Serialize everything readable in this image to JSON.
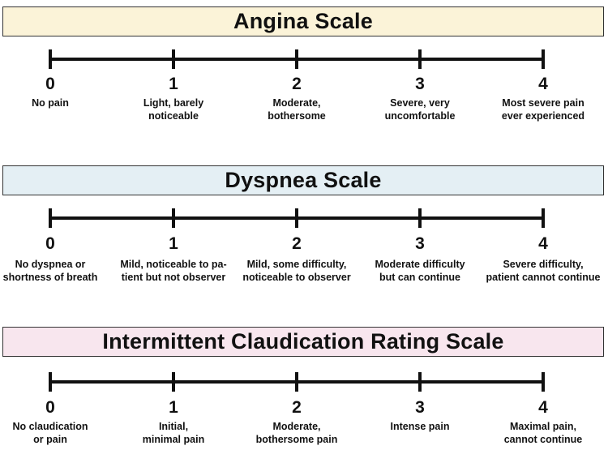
{
  "colors": {
    "angina_bg": "#fbf3d8",
    "dyspnea_bg": "#e4eff4",
    "claudication_bg": "#f8e6ee",
    "line": "#111111"
  },
  "scales": [
    {
      "title": "Angina Scale",
      "points": [
        {
          "value": "0",
          "label": "No pain"
        },
        {
          "value": "1",
          "label": "Light, barely\nnoticeable"
        },
        {
          "value": "2",
          "label": "Moderate,\nbothersome"
        },
        {
          "value": "3",
          "label": "Severe, very\nuncomfortable"
        },
        {
          "value": "4",
          "label": "Most severe pain\never experienced"
        }
      ]
    },
    {
      "title": "Dyspnea Scale",
      "points": [
        {
          "value": "0",
          "label": "No dyspnea or\nshortness of breath"
        },
        {
          "value": "1",
          "label": "Mild, noticeable to pa-\ntient but not observer"
        },
        {
          "value": "2",
          "label": "Mild, some difficulty,\nnoticeable to observer"
        },
        {
          "value": "3",
          "label": "Moderate difficulty\nbut can continue"
        },
        {
          "value": "4",
          "label": "Severe difficulty,\npatient cannot continue"
        }
      ]
    },
    {
      "title": "Intermittent Claudication Rating Scale",
      "points": [
        {
          "value": "0",
          "label": "No claudication\nor pain"
        },
        {
          "value": "1",
          "label": "Initial,\nminimal pain"
        },
        {
          "value": "2",
          "label": "Moderate,\nbothersome pain"
        },
        {
          "value": "3",
          "label": "Intense pain"
        },
        {
          "value": "4",
          "label": "Maximal pain,\ncannot continue"
        }
      ]
    }
  ]
}
